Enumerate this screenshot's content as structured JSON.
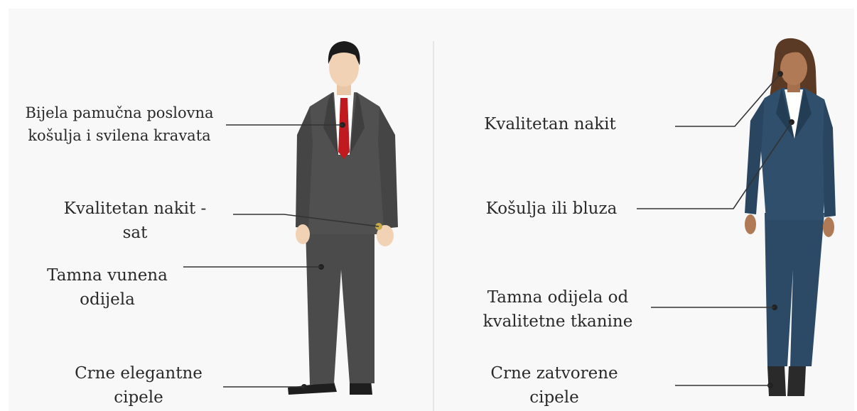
{
  "colors": {
    "man_suit": "#4b4b4b",
    "man_tie": "#c0191f",
    "woman_suit": "#2c4a66",
    "skin_man": "#f2d2b4",
    "skin_woman": "#b07a56",
    "hair_man": "#1b1b1b",
    "hair_woman": "#5a3a24",
    "leader_line": "#333333"
  },
  "man": {
    "labels": [
      {
        "text": "Bijela pamučna poslovna\nkošulja i svilena kravata"
      },
      {
        "text": "Kvalitetan nakit -\nsat"
      },
      {
        "text": "Tamna vunena\nodijela"
      },
      {
        "text": "Crne elegantne\ncipele"
      }
    ]
  },
  "woman": {
    "labels": [
      {
        "text": "Kvalitetan nakit"
      },
      {
        "text": "Košulja ili bluza"
      },
      {
        "text": "Tamna odijela od\nkvalitetne tkanine"
      },
      {
        "text": "Crne zatvorene\ncipele"
      }
    ]
  }
}
